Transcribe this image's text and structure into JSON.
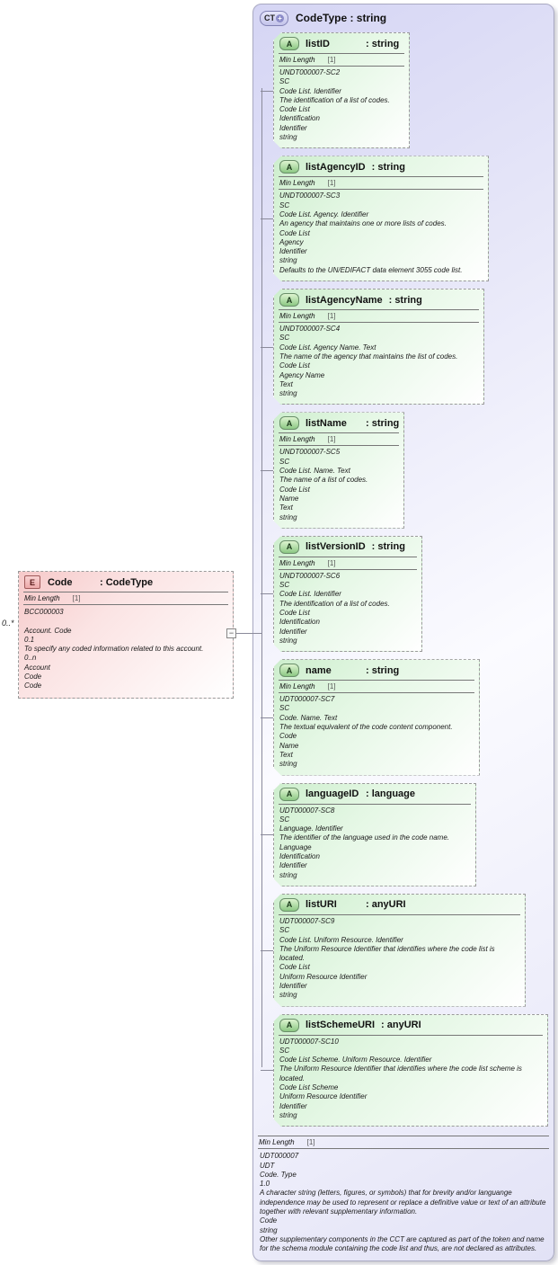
{
  "diagram": {
    "ct": {
      "icon": "CT",
      "plus_badge": "+",
      "title": "CodeType : string",
      "facet": {
        "name": "Min Length",
        "value": "[1]"
      },
      "footer_lines": [
        "UDT000007",
        "UDT",
        "Code. Type",
        "1.0",
        "A character string (letters, figures, or symbols) that for brevity and/or languange independence may be used to represent or replace a definitive value or text of an attribute together with relevant supplementary information.",
        "Code",
        "string",
        "Other supplementary components in the CCT are captured as part of the token and name for the schema module containing the code list and thus, are not declared as attributes."
      ],
      "attributes": [
        {
          "icon": "A",
          "name": "listID",
          "type": ": string",
          "facet": {
            "name": "Min Length",
            "value": "[1]"
          },
          "lines": [
            "UNDT000007-SC2",
            "SC",
            "Code List. Identifier",
            "The identification of a list of codes.",
            "Code List",
            "Identification",
            "Identifier",
            "string"
          ]
        },
        {
          "icon": "A",
          "name": "listAgencyID",
          "type": ": string",
          "facet": {
            "name": "Min Length",
            "value": "[1]"
          },
          "lines": [
            "UNDT000007-SC3",
            "SC",
            "Code List. Agency. Identifier",
            "An agency that maintains one or more lists of codes.",
            "Code List",
            "Agency",
            "Identifier",
            "string",
            "Defaults to the UN/EDIFACT data element 3055 code list."
          ]
        },
        {
          "icon": "A",
          "name": "listAgencyName",
          "type": ": string",
          "facet": {
            "name": "Min Length",
            "value": "[1]"
          },
          "lines": [
            "UNDT000007-SC4",
            "SC",
            "Code List. Agency Name. Text",
            "The name of the agency that maintains the list of codes.",
            "Code List",
            "Agency Name",
            "Text",
            "string"
          ]
        },
        {
          "icon": "A",
          "name": "listName",
          "type": ": string",
          "facet": {
            "name": "Min Length",
            "value": "[1]"
          },
          "lines": [
            "UNDT000007-SC5",
            "SC",
            "Code List. Name. Text",
            "The name of a list of codes.",
            "Code List",
            "Name",
            "Text",
            "string"
          ]
        },
        {
          "icon": "A",
          "name": "listVersionID",
          "type": ": string",
          "facet": {
            "name": "Min Length",
            "value": "[1]"
          },
          "lines": [
            "UNDT000007-SC6",
            "SC",
            "Code List. Identifier",
            "The identification of a list of codes.",
            "Code List",
            "Identification",
            "Identifier",
            "string"
          ]
        },
        {
          "icon": "A",
          "name": "name",
          "type": ": string",
          "facet": {
            "name": "Min Length",
            "value": "[1]"
          },
          "lines": [
            "UDT000007-SC7",
            "SC",
            "Code. Name. Text",
            "The textual equivalent of the code content component.",
            "Code",
            "Name",
            "Text",
            "string"
          ]
        },
        {
          "icon": "A",
          "name": "languageID",
          "type": ": language",
          "facet": null,
          "lines": [
            "UDT000007-SC8",
            "SC",
            "Language. Identifier",
            "The identifier of the language used in the code name.",
            "Language",
            "Identification",
            "Identifier",
            "string"
          ]
        },
        {
          "icon": "A",
          "name": "listURI",
          "type": ": anyURI",
          "facet": null,
          "lines": [
            "UDT000007-SC9",
            "SC",
            "Code List. Uniform Resource. Identifier",
            "The Uniform Resource Identifier that identifies where the code list is located.",
            "Code List",
            "Uniform Resource Identifier",
            "Identifier",
            "string"
          ]
        },
        {
          "icon": "A",
          "name": "listSchemeURI",
          "type": ": anyURI",
          "facet": null,
          "lines": [
            "UDT000007-SC10",
            "SC",
            "Code List Scheme. Uniform Resource. Identifier",
            "The Uniform Resource Identifier that identifies where the code list scheme is located.",
            "Code List Scheme",
            "Uniform Resource Identifier",
            "Identifier",
            "string"
          ]
        }
      ]
    },
    "element": {
      "icon": "E",
      "name": "Code",
      "type": ": CodeType",
      "occurrence": "0..*",
      "facet": {
        "name": "Min Length",
        "value": "[1]"
      },
      "lines": [
        "BCC000003",
        "",
        "Account. Code",
        "0.1",
        "To specify any coded information related to this account.",
        "0..n",
        "Account",
        "Code",
        "Code"
      ]
    },
    "connector": {
      "toggle": "−"
    }
  }
}
